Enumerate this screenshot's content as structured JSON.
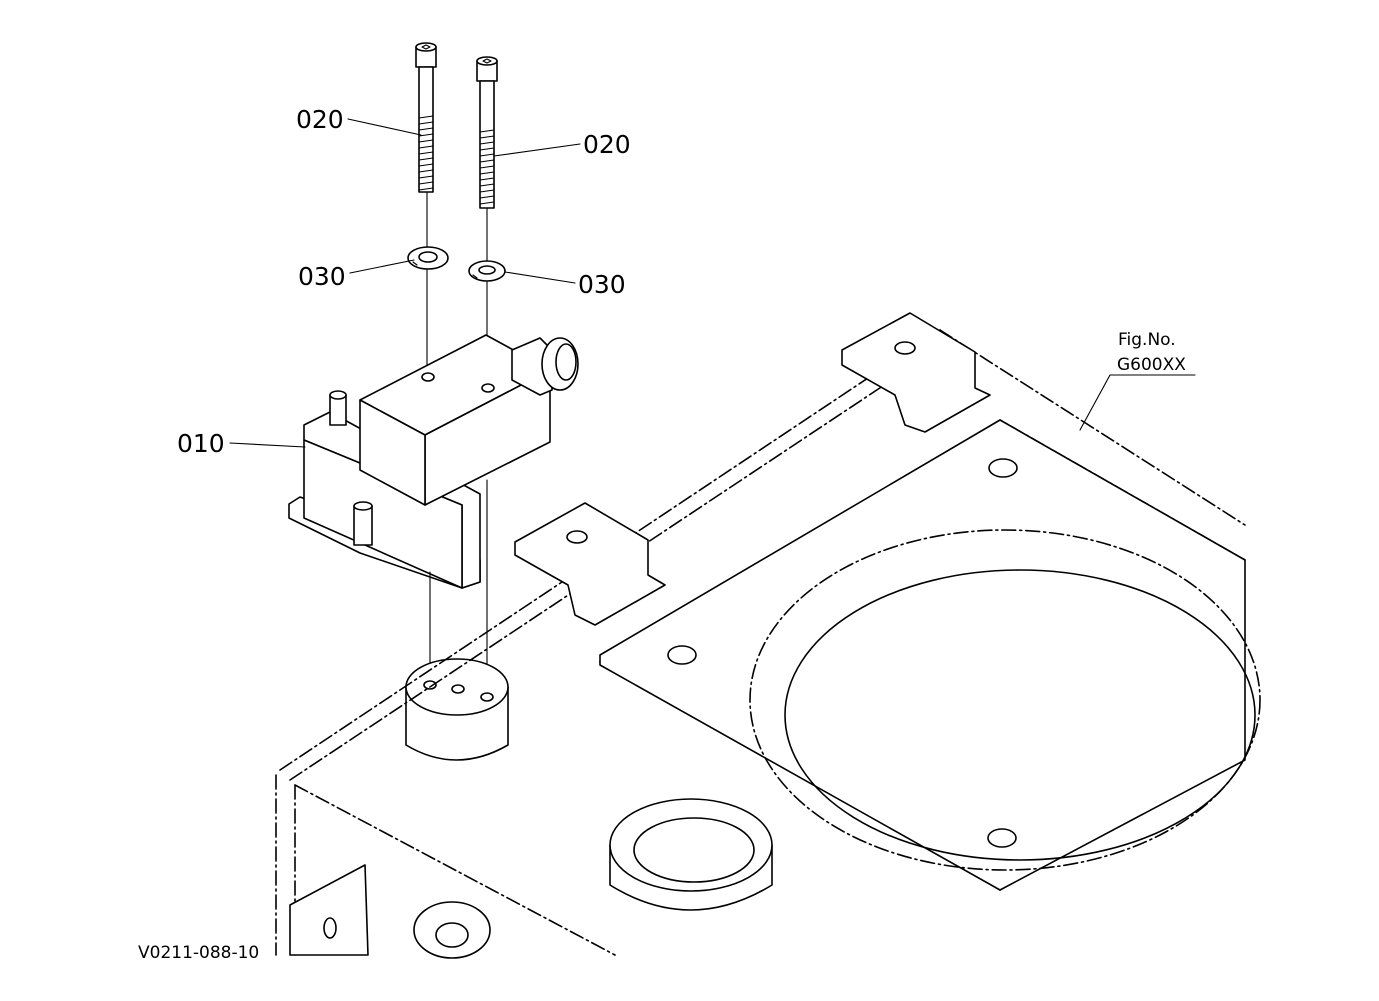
{
  "callouts": {
    "bolt_left": "020",
    "bolt_right": "020",
    "washer_left": "030",
    "washer_right": "030",
    "switch": "010"
  },
  "fig_ref": {
    "line1": "Fig.No.",
    "line2": "G600XX"
  },
  "drawing_code": "V0211-088-10"
}
